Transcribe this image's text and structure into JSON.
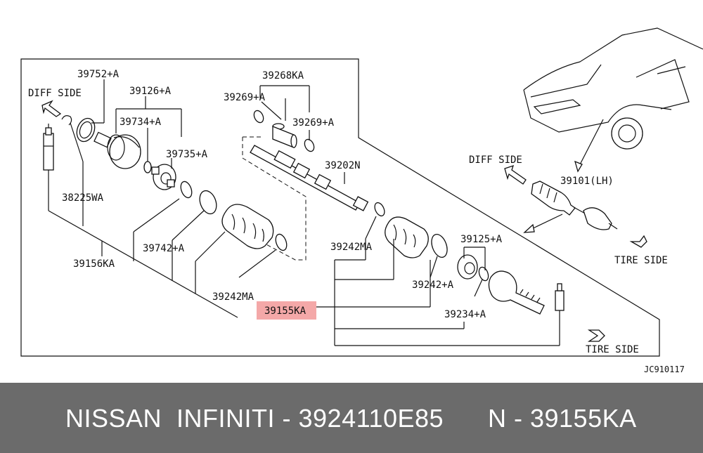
{
  "diagram": {
    "labels": {
      "diff_side_left": "DIFF SIDE",
      "diff_side_right": "DIFF SIDE",
      "tire_side_right": "TIRE SIDE",
      "tire_side_bottom": "TIRE SIDE",
      "p39752": "39752+A",
      "p39126": "39126+A",
      "p39734": "39734+A",
      "p39735": "39735+A",
      "p38225": "38225WA",
      "p39742": "39742+A",
      "p39156": "39156KA",
      "p39242ma_left": "39242MA",
      "p39155": "39155KA",
      "p39268": "39268KA",
      "p39269_left": "39269+A",
      "p39269_right": "39269+A",
      "p39202": "39202N",
      "p39242ma_mid": "39242MA",
      "p39125": "39125+A",
      "p39242": "39242+A",
      "p39234": "39234+A",
      "p39101": "39101(LH)",
      "ref_code": "JC910117"
    },
    "highlight_color": "#f4a8a8"
  },
  "footer": {
    "brand": "NISSAN  INFINITI - 3924110E85",
    "part": "N - 39155KA",
    "background": "#6b6b6b"
  }
}
